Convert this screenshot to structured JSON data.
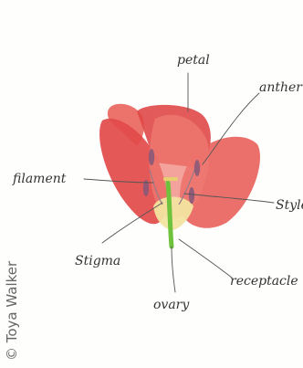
{
  "labels": {
    "petal": "petal",
    "anther": "anther",
    "filament": "filament",
    "style": "Style",
    "stigma": "Stigma",
    "receptacle": "receptacle",
    "ovary": "ovary"
  },
  "credit": "© Toya Walker",
  "colors": {
    "petal_red": "#e04848",
    "petal_light": "#f07c74",
    "stem_green": "#6ec23c",
    "receptacle_yellow": "#f2e4a0",
    "anther_purple": "#8a5a78",
    "ink": "#555555"
  }
}
